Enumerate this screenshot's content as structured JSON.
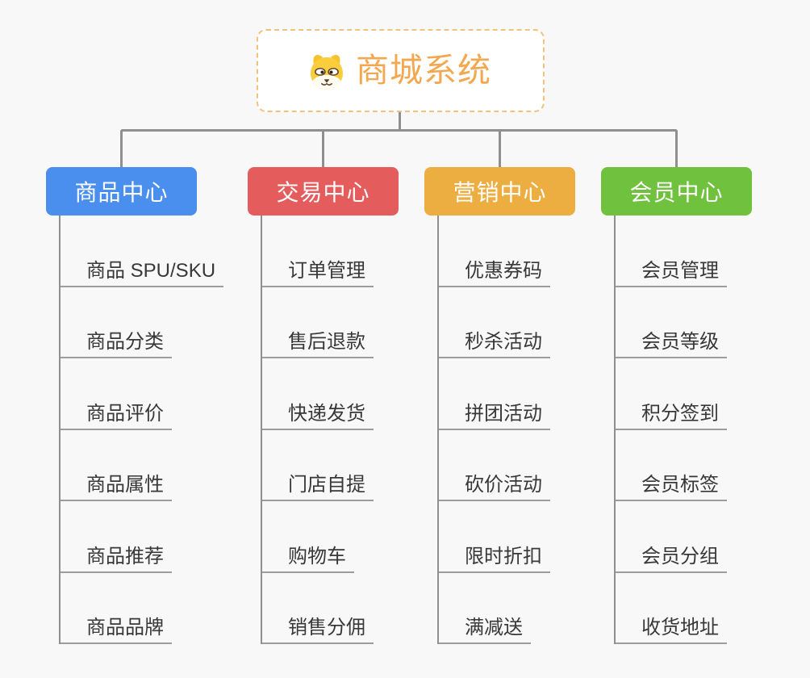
{
  "root": {
    "title": "商城系统",
    "icon": "shiba-dog-icon"
  },
  "branches": [
    {
      "label": "商品中心",
      "color": "#4a8eee",
      "items": [
        "商品 SPU/SKU",
        "商品分类",
        "商品评价",
        "商品属性",
        "商品推荐",
        "商品品牌"
      ]
    },
    {
      "label": "交易中心",
      "color": "#e45c5c",
      "items": [
        "订单管理",
        "售后退款",
        "快递发货",
        "门店自提",
        "购物车",
        "销售分佣"
      ]
    },
    {
      "label": "营销中心",
      "color": "#ecae41",
      "items": [
        "优惠券码",
        "秒杀活动",
        "拼团活动",
        "砍价活动",
        "限时折扣",
        "满减送"
      ]
    },
    {
      "label": "会员中心",
      "color": "#6fc13e",
      "items": [
        "会员管理",
        "会员等级",
        "积分签到",
        "会员标签",
        "会员分组",
        "收货地址"
      ]
    }
  ],
  "colors": {
    "background": "#f8f8f8",
    "root_border": "#f2c27c",
    "root_title": "#f2a850",
    "connector": "#8f8f8f",
    "underline": "#9c9c9c",
    "item_text": "#383838"
  }
}
